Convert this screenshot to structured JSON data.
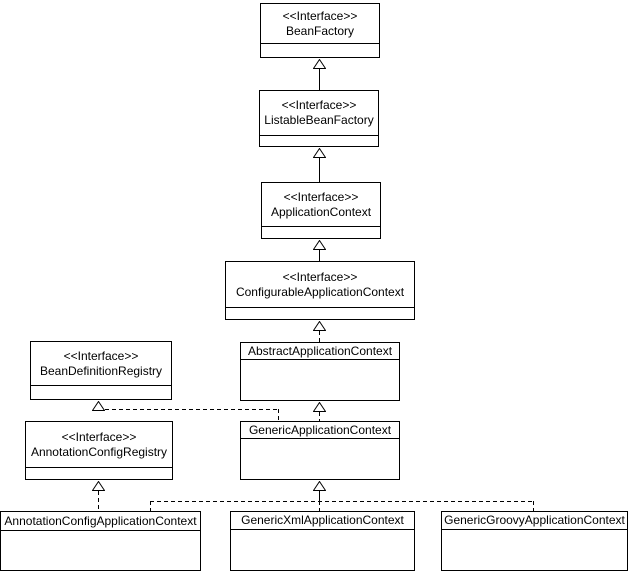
{
  "diagram": {
    "type": "uml-class-diagram",
    "stereotype_label": "<<Interface>>",
    "classes": [
      {
        "name": "BeanFactory",
        "stereotype": "<<Interface>>"
      },
      {
        "name": "ListableBeanFactory",
        "stereotype": "<<Interface>>"
      },
      {
        "name": "ApplicationContext",
        "stereotype": "<<Interface>>"
      },
      {
        "name": "ConfigurableApplicationContext",
        "stereotype": "<<Interface>>"
      },
      {
        "name": "AbstractApplicationContext"
      },
      {
        "name": "BeanDefinitionRegistry",
        "stereotype": "<<Interface>>"
      },
      {
        "name": "GenericApplicationContext"
      },
      {
        "name": "AnnotationConfigRegistry",
        "stereotype": "<<Interface>>"
      },
      {
        "name": "AnnotationConfigApplicationContext"
      },
      {
        "name": "GenericXmlApplicationContext"
      },
      {
        "name": "GenericGroovyApplicationContext"
      }
    ],
    "relationships": [
      {
        "from": "ListableBeanFactory",
        "to": "BeanFactory",
        "type": "generalization",
        "line": "solid",
        "arrow": "hollow-triangle"
      },
      {
        "from": "ApplicationContext",
        "to": "ListableBeanFactory",
        "type": "generalization",
        "line": "solid",
        "arrow": "hollow-triangle"
      },
      {
        "from": "ConfigurableApplicationContext",
        "to": "ApplicationContext",
        "type": "generalization",
        "line": "solid",
        "arrow": "hollow-triangle"
      },
      {
        "from": "AbstractApplicationContext",
        "to": "ConfigurableApplicationContext",
        "type": "realization",
        "line": "dashed",
        "arrow": "hollow-triangle"
      },
      {
        "from": "GenericApplicationContext",
        "to": "AbstractApplicationContext",
        "type": "generalization",
        "line": "dashed",
        "arrow": "hollow-triangle"
      },
      {
        "from": "GenericApplicationContext",
        "to": "BeanDefinitionRegistry",
        "type": "realization",
        "line": "dashed",
        "arrow": "hollow-triangle"
      },
      {
        "from": "AnnotationConfigApplicationContext",
        "to": "AnnotationConfigRegistry",
        "type": "realization",
        "line": "dashed",
        "arrow": "hollow-triangle"
      },
      {
        "from": "AnnotationConfigApplicationContext",
        "to": "GenericApplicationContext",
        "type": "generalization",
        "line": "dashed",
        "arrow": "hollow-triangle"
      },
      {
        "from": "GenericXmlApplicationContext",
        "to": "GenericApplicationContext",
        "type": "generalization",
        "line": "dashed",
        "arrow": "hollow-triangle"
      },
      {
        "from": "GenericGroovyApplicationContext",
        "to": "GenericApplicationContext",
        "type": "generalization",
        "line": "dashed",
        "arrow": "hollow-triangle"
      }
    ]
  },
  "colors": {
    "background": "#ffffff",
    "box_fill": "#ffffff",
    "line": "#000000",
    "text": "#000000"
  }
}
